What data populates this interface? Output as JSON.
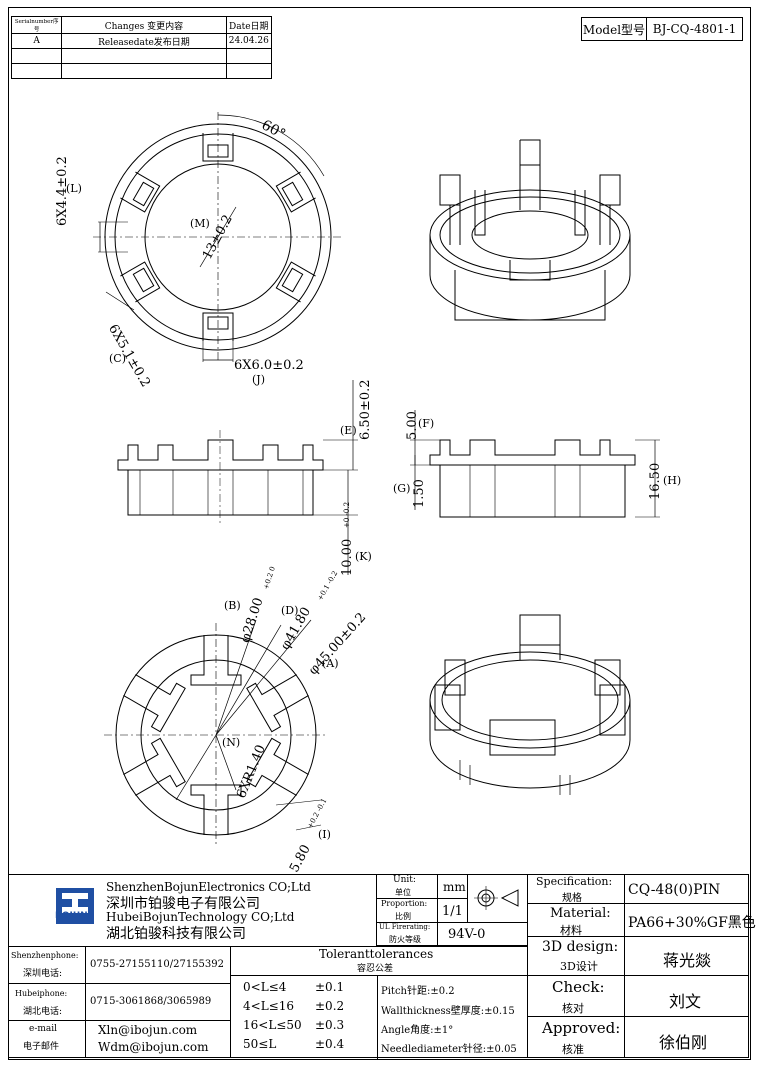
{
  "revision": {
    "headers": {
      "serial": "Serialnumber序号",
      "changes": "Changes 变更内容",
      "date": "Date日期"
    },
    "rows": [
      {
        "serial": "A",
        "changes": "Releasedate发布日期",
        "date": "24.04.26"
      }
    ]
  },
  "model": {
    "label": "Model型号",
    "value": "BJ-CQ-4801-1"
  },
  "top_view": {
    "angle": "60°",
    "dim_L": "6X4.4±0.2",
    "tag_L": "(L)",
    "dim_M": "13±0.2",
    "tag_M": "(M)",
    "dim_C": "6X5.1±0.2",
    "tag_C": "(C)",
    "dim_J": "6X6.0±0.2",
    "tag_J": "(J)"
  },
  "side_view": {
    "dim_E": "6.50±0.2",
    "tag_E": "(E)",
    "dim_K_main": "10.00",
    "dim_K_tol": "+0 -0.2",
    "tag_K": "(K)"
  },
  "right_side": {
    "dim_F": "5.00",
    "tag_F": "(F)",
    "dim_G": "1.50",
    "tag_G": "(G)",
    "dim_H": "16.50",
    "tag_H": "(H)"
  },
  "bottom_view": {
    "dim_B": "φ28.00",
    "dim_B_tol": "+0.2 0",
    "tag_B": "(B)",
    "dim_D": "φ41.80",
    "dim_D_tol": "+0.1 -0.2",
    "tag_D": "(D)",
    "dim_A": "φ45.00±0.2",
    "tag_A": "(A)",
    "dim_N": "6XR1.40",
    "tag_N": "(N)",
    "dim_I": "5.80",
    "dim_I_tol": "+0.2 -0.1",
    "tag_I": "(I)"
  },
  "company": {
    "logo_text": "BOJUN",
    "name1_en": "ShenzhenBojunElectronics CO;Ltd",
    "name1_cn": "深圳市铂骏电子有限公司",
    "name2_en": "HubeiBojunTechnology CO;Ltd",
    "name2_cn": "湖北铂骏科技有限公司"
  },
  "contacts": [
    {
      "label_en": "Shenzhenphone:",
      "label_cn": "深圳电话:",
      "value": "0755-27155110/27155392"
    },
    {
      "label_en": "Hubeiphone:",
      "label_cn": "湖北电话:",
      "value": "0715-3061868/3065989"
    },
    {
      "label_en": "e-mail",
      "label_cn": "电子邮件",
      "value1": "Xln@ibojun.com",
      "value2": "Wdm@ibojun.com"
    }
  ],
  "unit": {
    "label_en": "Unit:",
    "label_cn": "单位",
    "value": "mm"
  },
  "proportion": {
    "label_en": "Proportion:",
    "label_cn": "比例",
    "value": "1/1"
  },
  "flame": {
    "label_en": "UL Firerating:",
    "label_cn": "防火等级",
    "value": "94V-0"
  },
  "tolerances": {
    "title_en": "Toleranttolerances",
    "title_cn": "容忍公差",
    "rows": [
      {
        "range": "0<L≤4",
        "tol": "±0.1"
      },
      {
        "range": "4<L≤16",
        "tol": "±0.2"
      },
      {
        "range": "16<L≤50",
        "tol": "±0.3"
      },
      {
        "range": "50≤L",
        "tol": "±0.4"
      }
    ],
    "notes": [
      "Pitch针距:±0.2",
      "Wallthickness壁厚度:±0.15",
      "Angle角度:±1°",
      "Needlediameter针径:±0.05"
    ]
  },
  "spec": {
    "label_en": "Specification:",
    "label_cn": "规格",
    "value": "CQ-48(0)PIN"
  },
  "material": {
    "label_en": "Material:",
    "label_cn": "材料",
    "value": "PA66+30%GF黑色"
  },
  "design": {
    "label_en": "3D design:",
    "label_cn": "3D设计",
    "value": "蒋光燚"
  },
  "check": {
    "label_en": "Check:",
    "label_cn": "核对",
    "value": "刘文"
  },
  "approved": {
    "label_en": "Approved:",
    "label_cn": "核准",
    "value": "徐伯刚"
  }
}
